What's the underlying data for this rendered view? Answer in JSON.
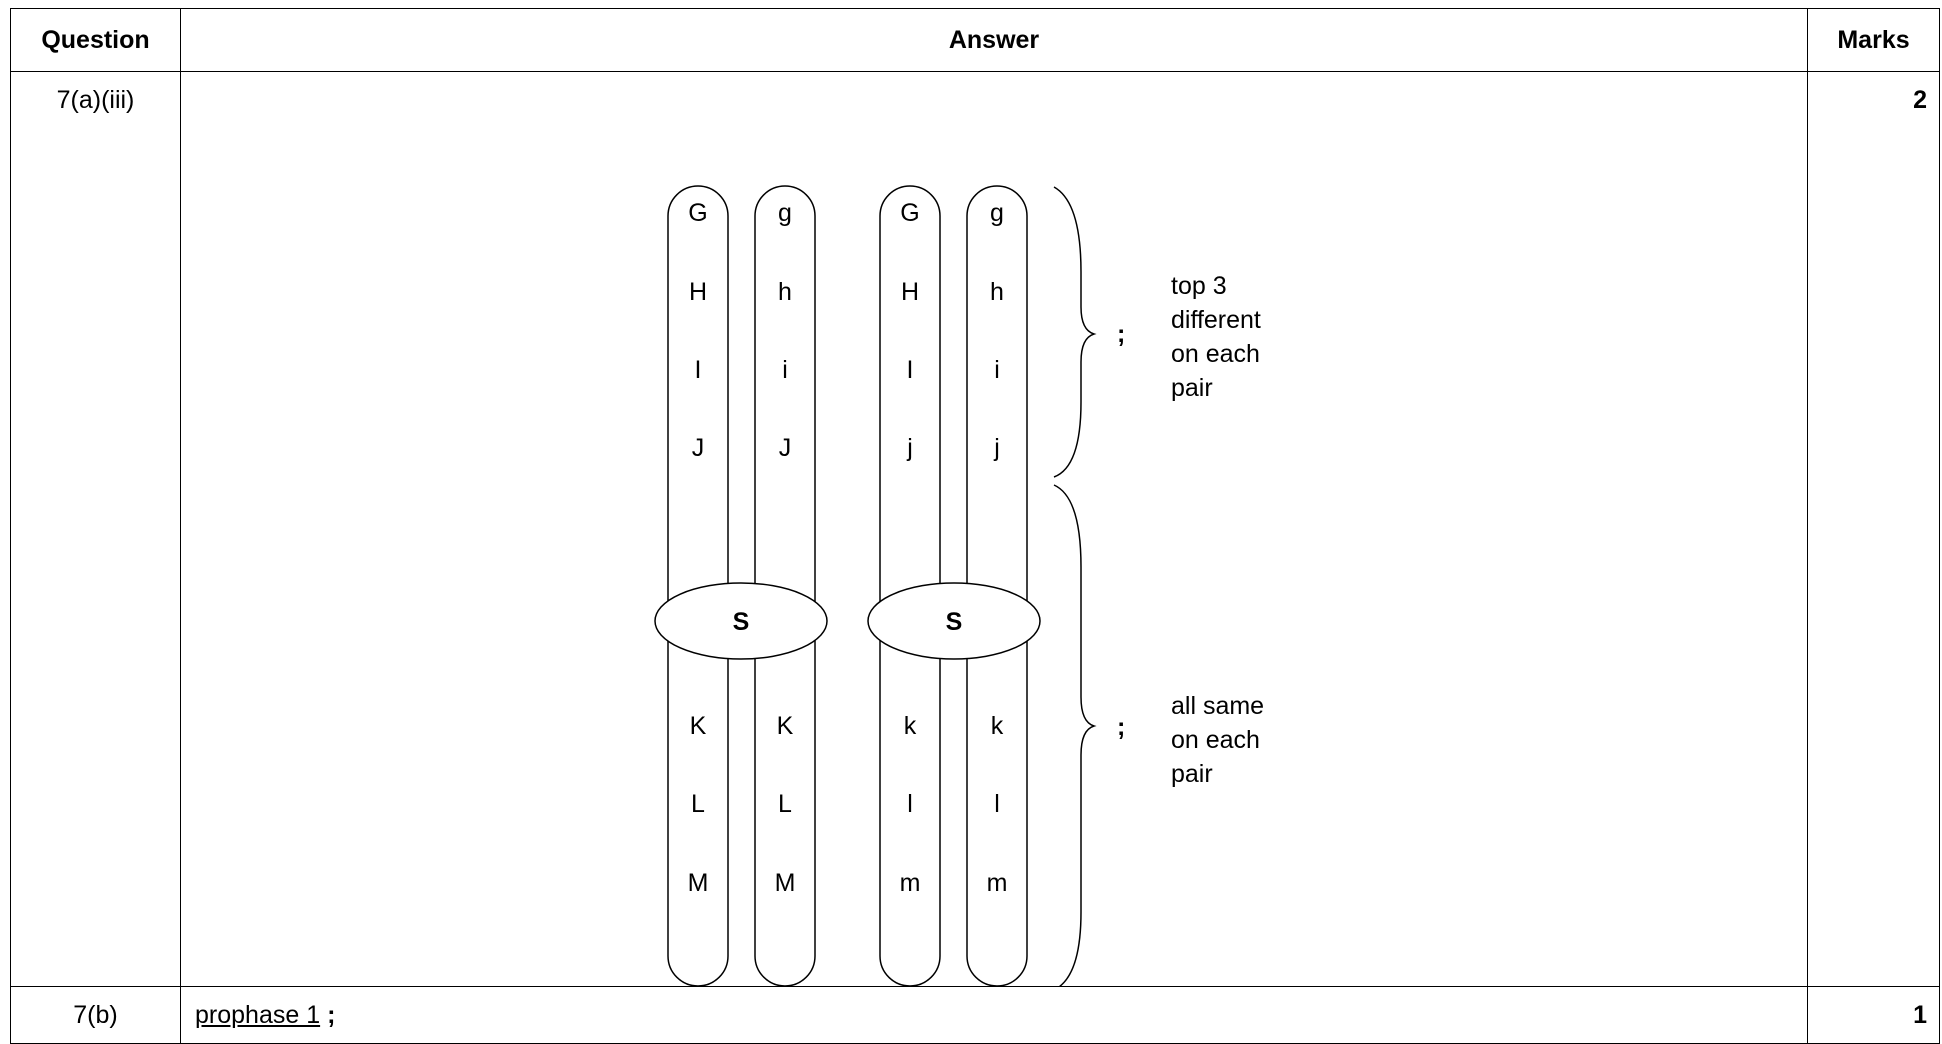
{
  "header": {
    "question": "Question",
    "answer": "Answer",
    "marks": "Marks"
  },
  "rows": [
    {
      "question": "7(a)(iii)",
      "marks": "2",
      "diagram": {
        "chromosomes": [
          {
            "upper": [
              "G",
              "H",
              "I",
              "J"
            ],
            "lower": [
              "K",
              "L",
              "M"
            ]
          },
          {
            "upper": [
              "g",
              "h",
              "i",
              "J"
            ],
            "lower": [
              "K",
              "L",
              "M"
            ]
          },
          {
            "upper": [
              "G",
              "H",
              "I",
              "j"
            ],
            "lower": [
              "k",
              "l",
              "m"
            ]
          },
          {
            "upper": [
              "g",
              "h",
              "i",
              "j"
            ],
            "lower": [
              "k",
              "l",
              "m"
            ]
          }
        ],
        "centromere_labels": [
          "S",
          "S"
        ],
        "semicolon": ";",
        "annotation_top": [
          "top 3",
          "different",
          "on each",
          "pair"
        ],
        "annotation_bottom": [
          "all same",
          "on each",
          "pair"
        ]
      }
    },
    {
      "question": "7(b)",
      "marks": "1",
      "answer": "prophase 1",
      "semicolon": ";"
    }
  ]
}
